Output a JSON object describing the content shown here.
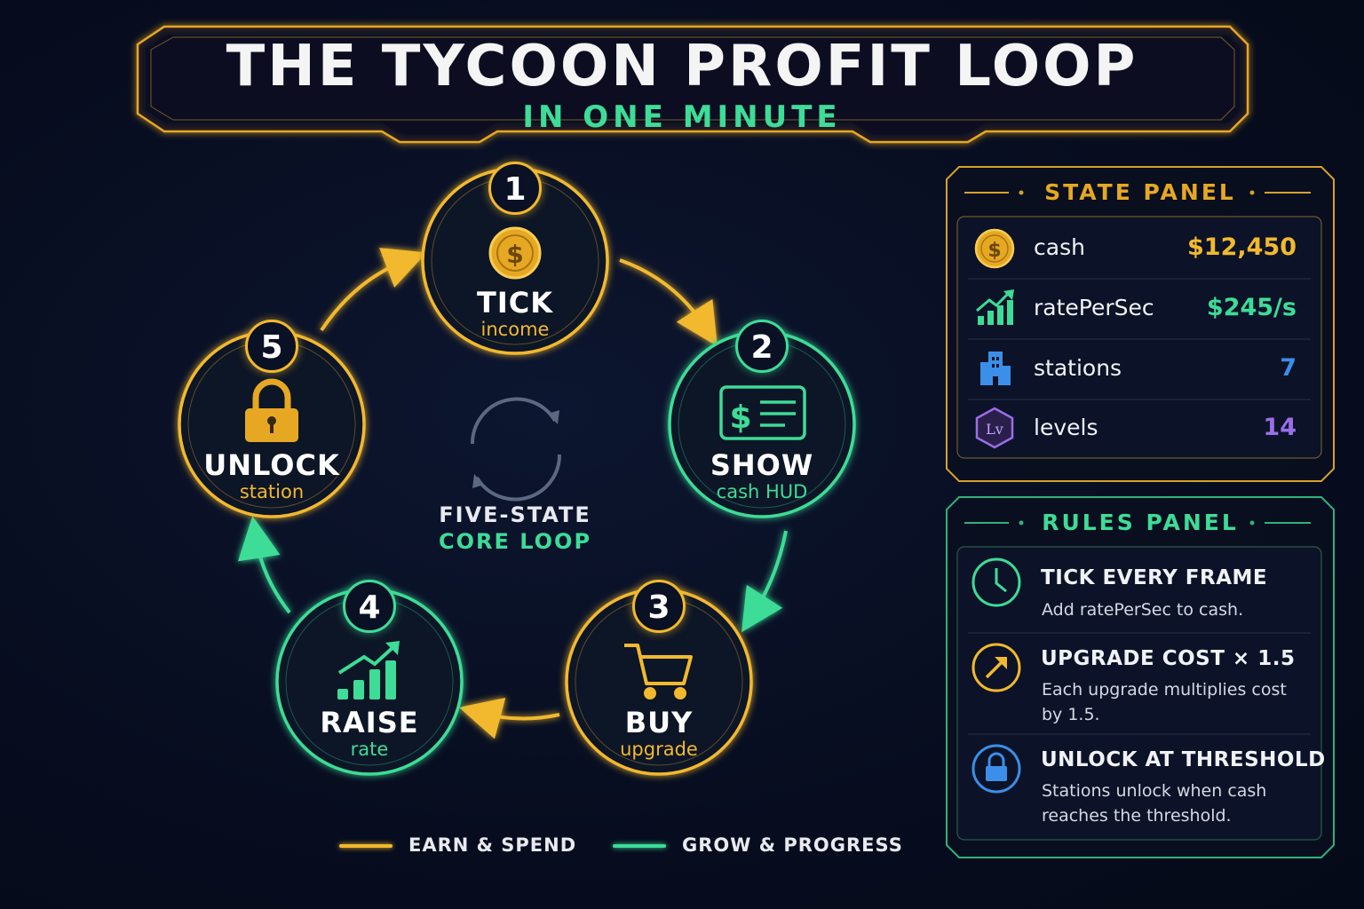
{
  "header": {
    "title": "THE TYCOON PROFIT LOOP",
    "subtitle": "IN ONE MINUTE"
  },
  "loop": {
    "steps": [
      {
        "number": "1",
        "label": "TICK",
        "sub": "income",
        "icon": "coin-icon",
        "color": "#f2b92e"
      },
      {
        "number": "2",
        "label": "SHOW",
        "sub": "cash HUD",
        "icon": "cash-hud-icon",
        "color": "#3ddc97"
      },
      {
        "number": "3",
        "label": "BUY",
        "sub": "upgrade",
        "icon": "cart-icon",
        "color": "#f2b92e"
      },
      {
        "number": "4",
        "label": "RAISE",
        "sub": "rate",
        "icon": "growth-chart-icon",
        "color": "#3ddc97"
      },
      {
        "number": "5",
        "label": "UNLOCK",
        "sub": "station",
        "icon": "padlock-icon",
        "color": "#f2b92e"
      }
    ],
    "center_line1": "FIVE-STATE",
    "center_line2": "CORE LOOP"
  },
  "legend": {
    "earn": "EARN & SPEND",
    "grow": "GROW & PROGRESS"
  },
  "state_panel": {
    "title": "STATE PANEL",
    "rows": [
      {
        "label": "cash",
        "value": "$12,450",
        "icon": "coin-icon",
        "color": "#f2b92e"
      },
      {
        "label": "ratePerSec",
        "value": "$245/s",
        "icon": "growth-chart-icon",
        "color": "#3ddc97"
      },
      {
        "label": "stations",
        "value": "7",
        "icon": "building-icon",
        "color": "#3b8fe8"
      },
      {
        "label": "levels",
        "value": "14",
        "icon": "level-badge-icon",
        "color": "#9a6ee8"
      }
    ]
  },
  "rules_panel": {
    "title": "RULES PANEL",
    "rules": [
      {
        "title": "TICK EVERY FRAME",
        "desc": "Add ratePerSec to cash.",
        "icon": "clock-icon",
        "color": "#3ddc97"
      },
      {
        "title": "UPGRADE COST × 1.5",
        "desc": "Each upgrade multiplies cost by 1.5.",
        "icon": "arrow-up-right-icon",
        "color": "#f2b92e"
      },
      {
        "title": "UNLOCK AT THRESHOLD",
        "desc": "Stations unlock when cash reaches the threshold.",
        "icon": "lock-icon",
        "color": "#3b8fe8"
      }
    ]
  },
  "colors": {
    "gold": "#f2b92e",
    "green": "#3ddc97",
    "blue": "#3b8fe8",
    "purple": "#9a6ee8",
    "background": "#070d1f"
  }
}
